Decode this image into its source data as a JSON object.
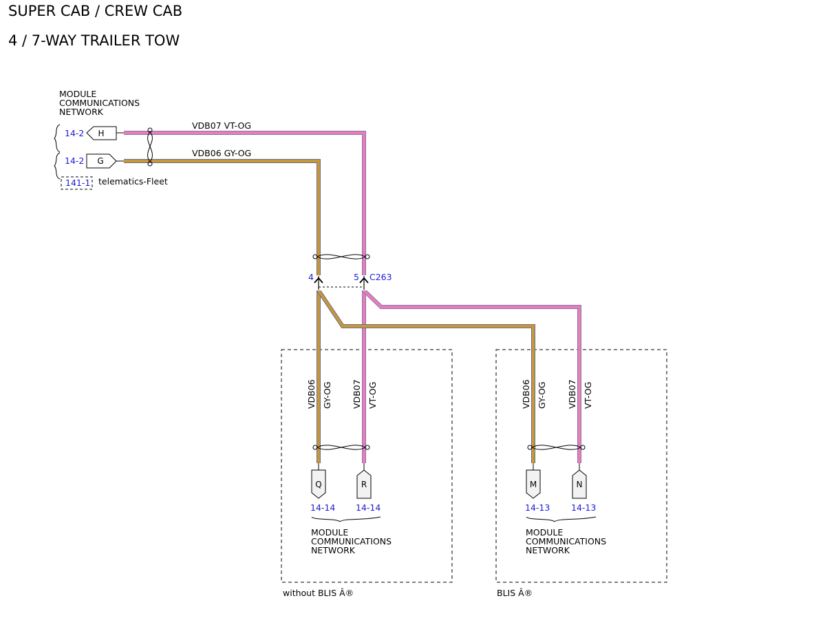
{
  "header": {
    "title_line1": "SUPER CAB / CREW CAB",
    "title_line2": "4 / 7-WAY TRAILER TOW"
  },
  "colors": {
    "wire_vt_og": "#e87fb2",
    "wire_vt_og_edge": "#8a72b8",
    "wire_gy_og": "#c9963a",
    "wire_gy_og_edge": "#66708a",
    "ref_text": "#1a1ad6"
  },
  "source": {
    "module_line1": "MODULE",
    "module_line2": "COMMUNICATIONS",
    "module_line3": "NETWORK",
    "ref_h": "14-2",
    "ref_g": "14-2",
    "pin_h": "H",
    "pin_g": "G",
    "option_ref": "141-1",
    "option_label": "telematics-Fleet"
  },
  "wires": {
    "top_vdb07": "VDB07  VT-OG",
    "top_vdb06": "VDB06  GY-OG",
    "circuit_vdb06": "VDB06",
    "color_gy_og": "GY-OG",
    "circuit_vdb07": "VDB07",
    "color_vt_og": "VT-OG"
  },
  "connector": {
    "pin4": "4",
    "pin5": "5",
    "name": "C263"
  },
  "left_box": {
    "pin_q": "Q",
    "pin_r": "R",
    "ref_q": "14-14",
    "ref_r": "14-14",
    "module_line1": "MODULE",
    "module_line2": "COMMUNICATIONS",
    "module_line3": "NETWORK",
    "caption": "without BLIS Â®"
  },
  "right_box": {
    "pin_m": "M",
    "pin_n": "N",
    "ref_m": "14-13",
    "ref_n": "14-13",
    "module_line1": "MODULE",
    "module_line2": "COMMUNICATIONS",
    "module_line3": "NETWORK",
    "caption": "BLIS Â®"
  }
}
